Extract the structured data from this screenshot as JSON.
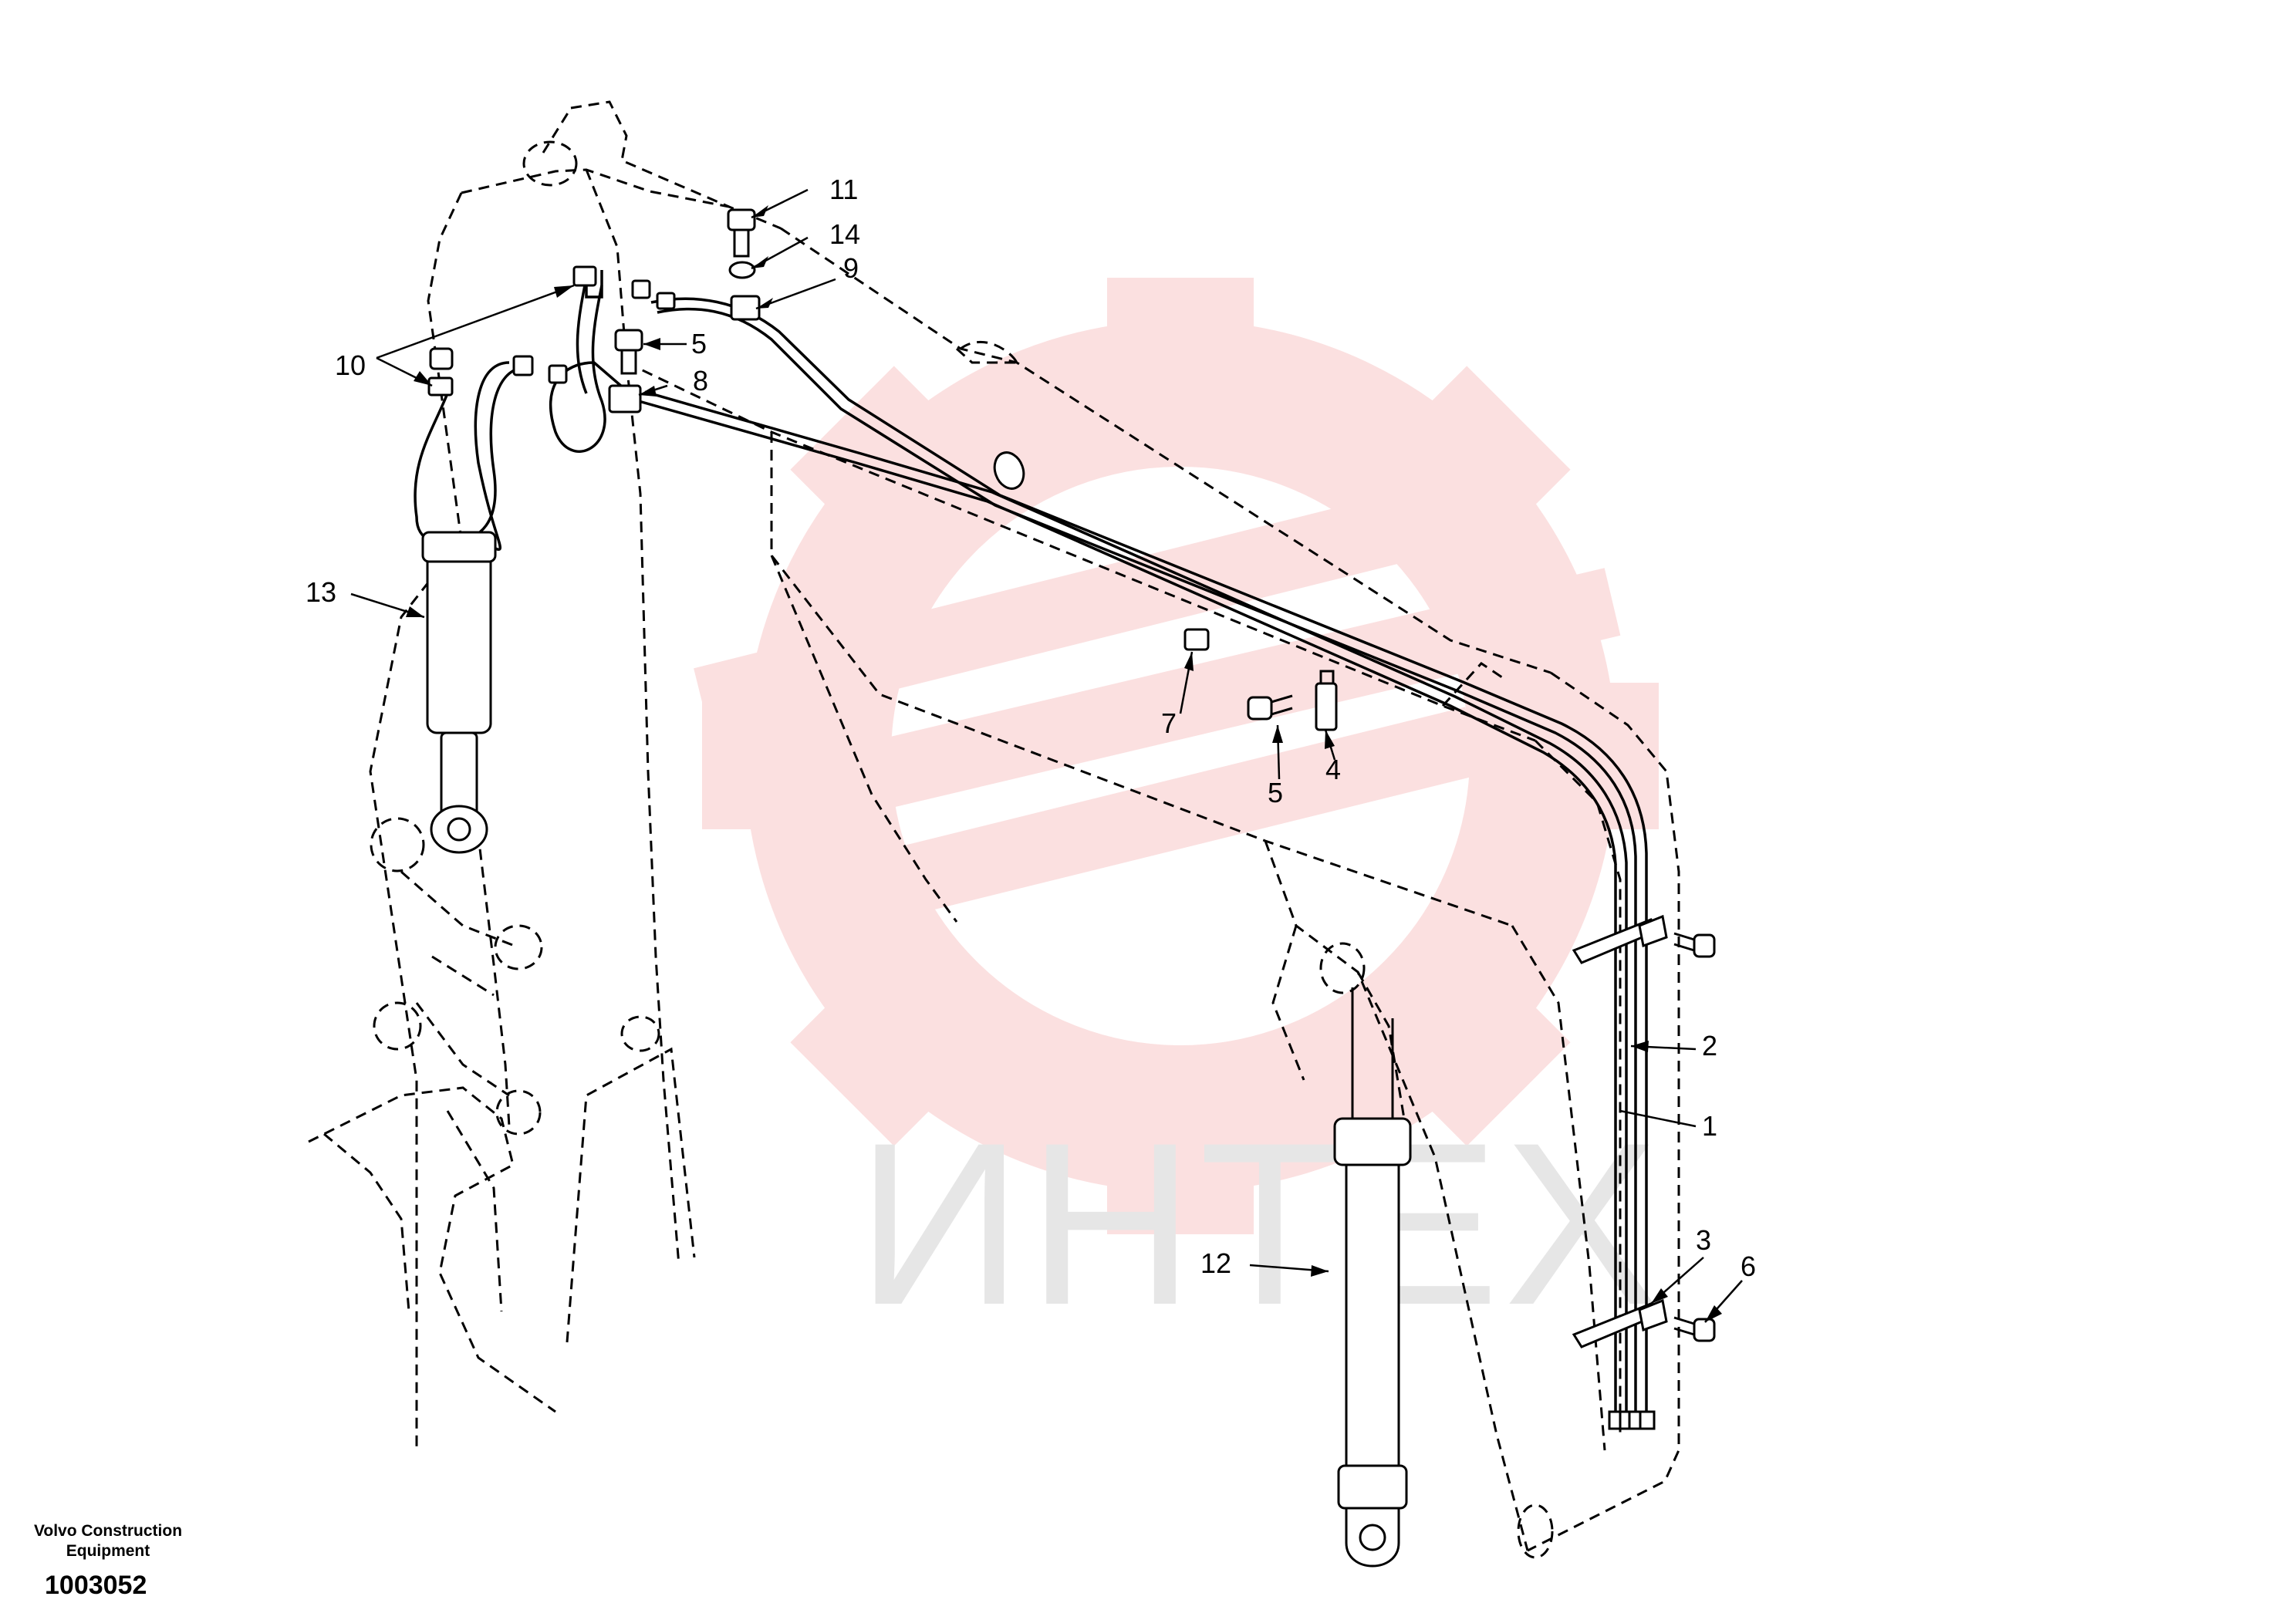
{
  "watermark": {
    "text": "ИНТЕХ",
    "color": "#fbe0e0",
    "text_color": "#e6e6e6"
  },
  "callouts": [
    {
      "id": "c1",
      "label": "1"
    },
    {
      "id": "c2",
      "label": "2"
    },
    {
      "id": "c3",
      "label": "3"
    },
    {
      "id": "c4",
      "label": "4"
    },
    {
      "id": "c5a",
      "label": "5"
    },
    {
      "id": "c5b",
      "label": "5"
    },
    {
      "id": "c6",
      "label": "6"
    },
    {
      "id": "c7",
      "label": "7"
    },
    {
      "id": "c8",
      "label": "8"
    },
    {
      "id": "c9",
      "label": "9"
    },
    {
      "id": "c10",
      "label": "10"
    },
    {
      "id": "c11",
      "label": "11"
    },
    {
      "id": "c12",
      "label": "12"
    },
    {
      "id": "c13",
      "label": "13"
    },
    {
      "id": "c14",
      "label": "14"
    }
  ],
  "footer": {
    "maker_line1": "Volvo Construction",
    "maker_line2": "Equipment",
    "drawing_number": "1003052"
  }
}
